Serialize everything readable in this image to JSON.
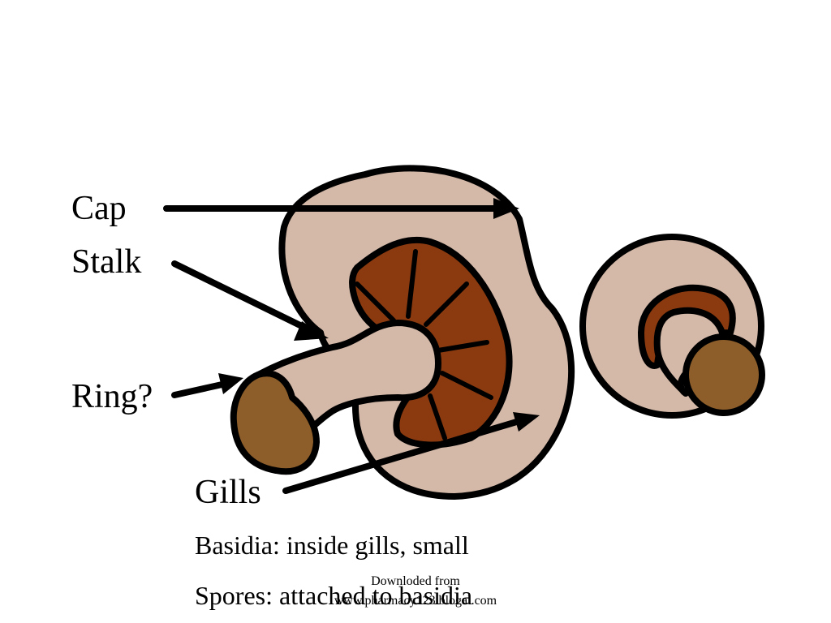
{
  "labels": {
    "cap": "Cap",
    "stalk": "Stalk",
    "ring": "Ring?",
    "gills": "Gills"
  },
  "notes": {
    "basidia": "Basidia: inside gills, small",
    "spores": "Spores: attached to basidia"
  },
  "credit": {
    "line1": "Downloded from",
    "line2": "www.pharmacy123.blogal.com"
  },
  "colors": {
    "cap": "#D4B8A8",
    "gills": "#8B3A0F",
    "stalk_base": "#8E5E2A",
    "outline": "#000000"
  },
  "icons": {
    "main_mushroom": "mushroom-side-view",
    "second_mushroom": "mushroom-underside-view"
  }
}
